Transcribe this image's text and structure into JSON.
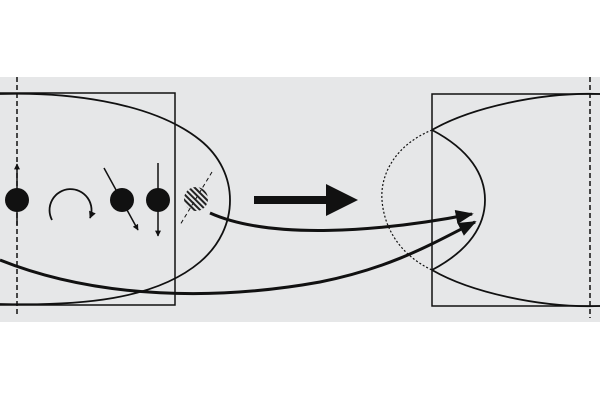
{
  "diagram": {
    "background_color": "#ffffff",
    "panel_color": "#e6e7e8",
    "ink_color": "#111111",
    "elements": {
      "left_panel": [
        "rectangle",
        "dashed-axis",
        "ellipse",
        "spin-up-particle",
        "rotation-arrow",
        "tilted-spin-particle",
        "spin-down-particle",
        "hatched-particle"
      ],
      "transition": "big-right-arrow",
      "right_panel": [
        "rectangle",
        "dashed-axis",
        "dotted-parabola",
        "solid-parabola"
      ],
      "connectors": [
        "curved-arrow-upper",
        "curved-arrow-lower"
      ]
    }
  }
}
